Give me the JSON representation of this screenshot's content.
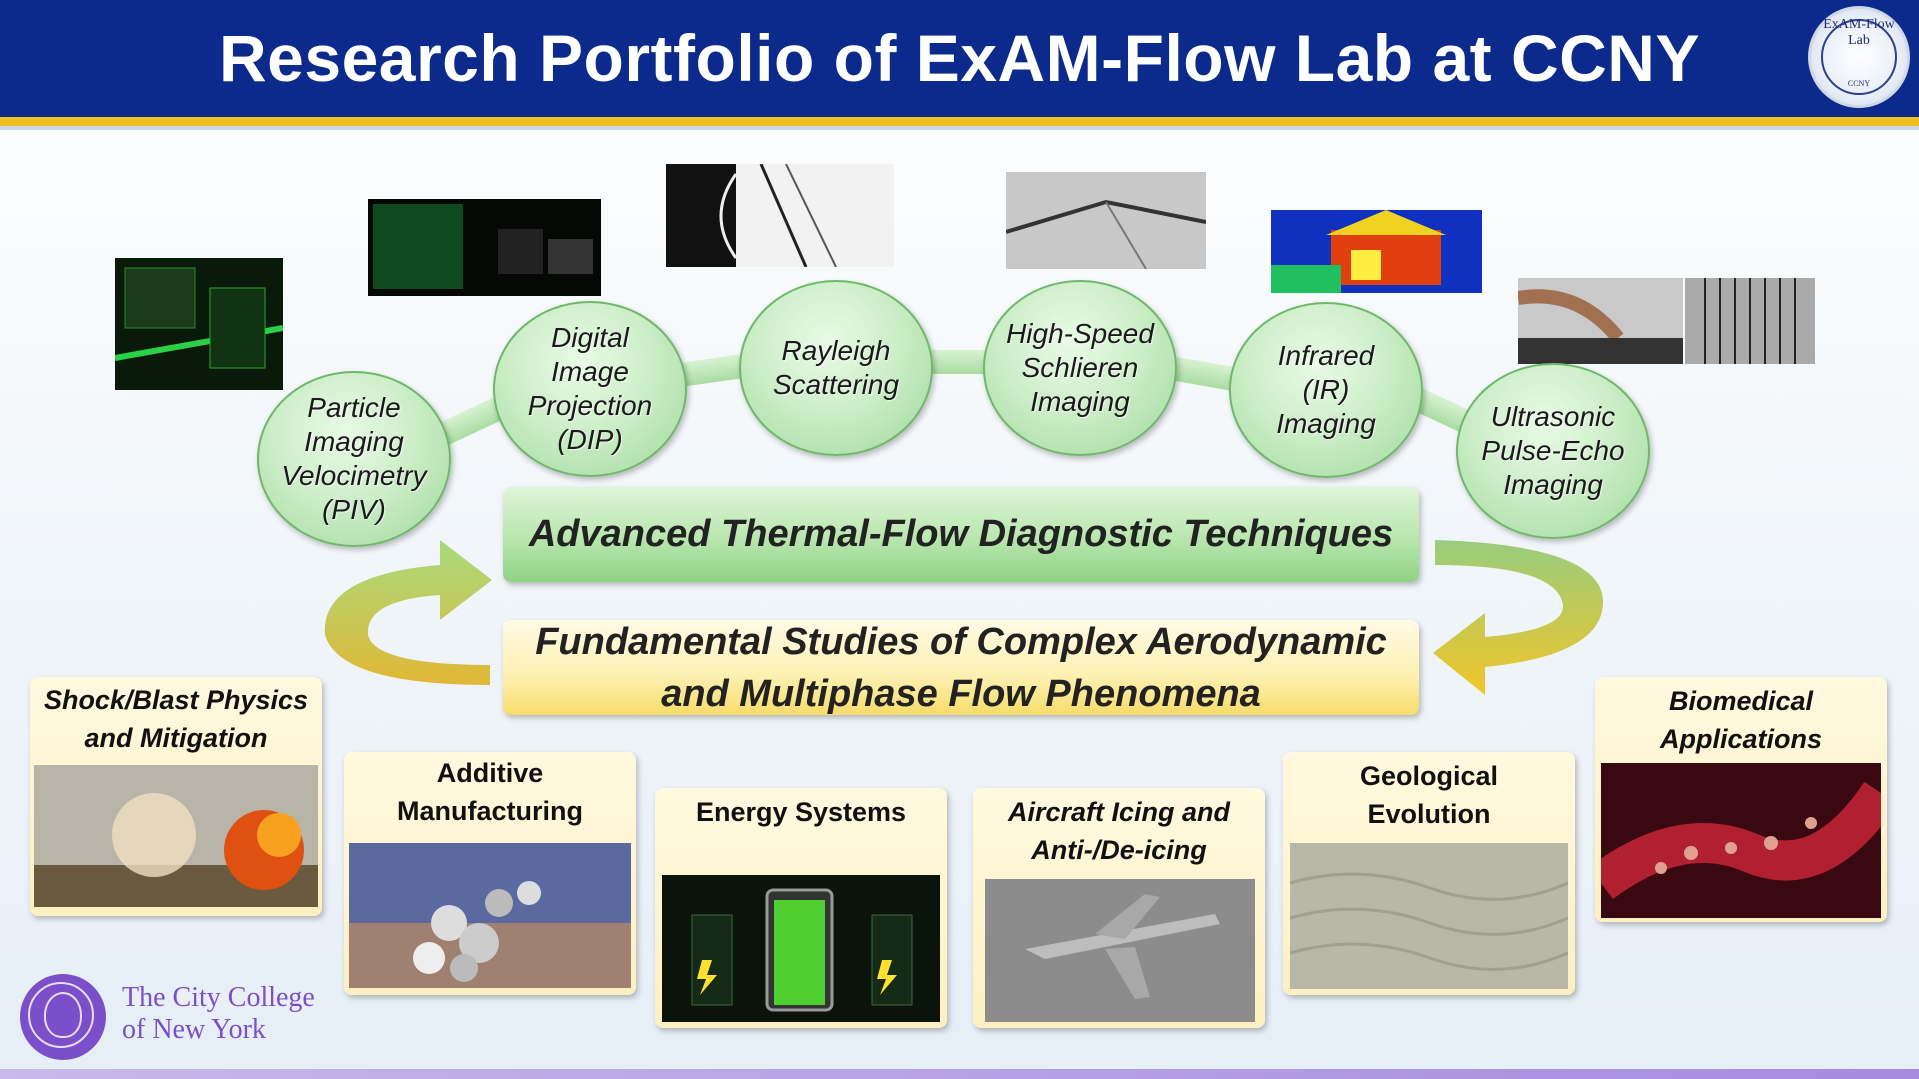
{
  "header": {
    "title": "Research Portfolio of ExAM-Flow Lab at CCNY",
    "logo_text_top": "ExAM-Flow Lab",
    "logo_text_bottom": "CCNY"
  },
  "techniques": [
    {
      "label": "Particle\nImaging\nVelocimetry\n(PIV)"
    },
    {
      "label": "Digital\nImage\nProjection\n(DIP)"
    },
    {
      "label": "Rayleigh\nScattering"
    },
    {
      "label": "High-Speed\nSchlieren\nImaging"
    },
    {
      "label": "Infrared\n(IR)\nImaging"
    },
    {
      "label": "Ultrasonic\nPulse-Echo\nImaging"
    }
  ],
  "banners": {
    "diagnostics": "Advanced Thermal-Flow Diagnostic Techniques",
    "fundamentals": "Fundamental Studies of Complex Aerodynamic\nand Multiphase Flow Phenomena"
  },
  "applications": [
    {
      "label": "Shock/Blast Physics\nand Mitigation"
    },
    {
      "label": "Additive\nManufacturing"
    },
    {
      "label": "Energy Systems"
    },
    {
      "label": "Aircraft Icing and\nAnti-/De-icing"
    },
    {
      "label": "Geological\nEvolution"
    },
    {
      "label": "Biomedical\nApplications"
    }
  ],
  "footer": {
    "college_name": "The City College\nof New York"
  },
  "colors": {
    "header_blue": "#0b2a8c",
    "accent_yellow": "#f0c020",
    "circle_green": "#9fd89a",
    "ccny_purple": "#7b4fc9"
  }
}
